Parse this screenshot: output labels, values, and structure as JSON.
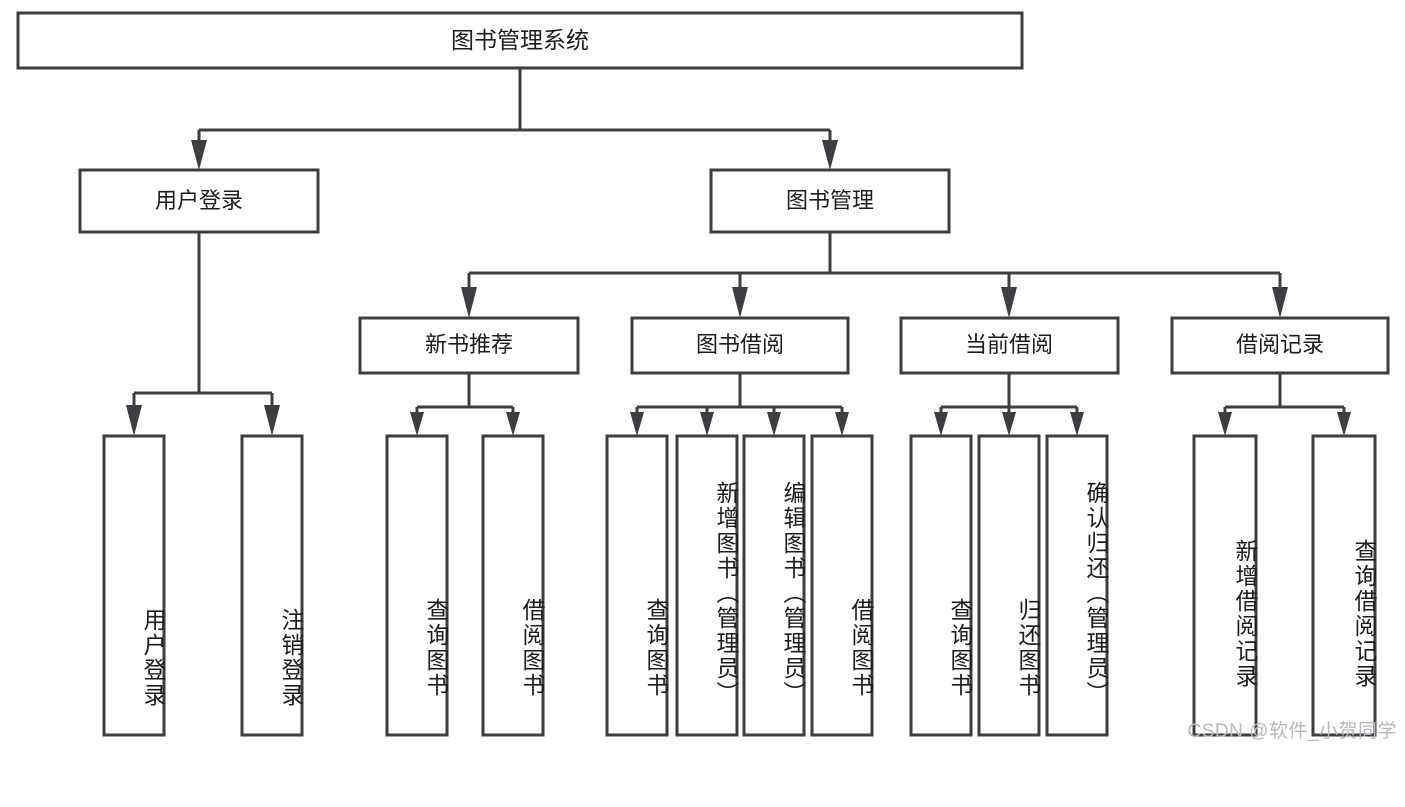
{
  "diagram": {
    "title_label": "图书管理系统",
    "watermark": "CSDN @软件_小贺同学",
    "stroke_color": "#3d3d42",
    "text_color": "#1d1d20",
    "background_color": "#ffffff",
    "watermark_color": "#b9b9bd",
    "root": {
      "label": "图书管理系统"
    },
    "level2": [
      {
        "label": "用户登录"
      },
      {
        "label": "图书管理"
      }
    ],
    "level3": [
      {
        "label": "新书推荐"
      },
      {
        "label": "图书借阅"
      },
      {
        "label": "当前借阅"
      },
      {
        "label": "借阅记录"
      }
    ],
    "leaves": {
      "user_login": [
        {
          "label": "用户登录"
        },
        {
          "label": "注销登录"
        }
      ],
      "new_book": [
        {
          "label": "查询图书"
        },
        {
          "label": "借阅图书"
        }
      ],
      "book_borrow": [
        {
          "label": "查询图书"
        },
        {
          "label": "新增图书（管理员）"
        },
        {
          "label": "编辑图书（管理员）"
        },
        {
          "label": "借阅图书"
        }
      ],
      "current_borrow": [
        {
          "label": "查询图书"
        },
        {
          "label": "归还图书"
        },
        {
          "label": "确认归还（管理员）"
        }
      ],
      "borrow_record": [
        {
          "label": "新增借阅记录"
        },
        {
          "label": "查询借阅记录"
        }
      ]
    }
  }
}
